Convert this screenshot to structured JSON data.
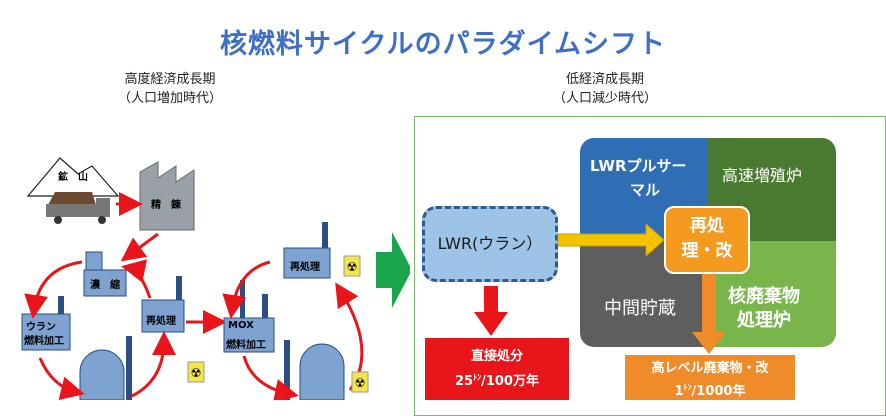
{
  "title": "核燃料サイクルのパラダイムシフト",
  "left_era": {
    "line1": "高度経済成長期",
    "line2": "（人口増加時代）"
  },
  "right_era": {
    "line1": "低経済成長期",
    "line2": "（人口減少時代）"
  },
  "left_diagram": {
    "mine_label": "鉱　山",
    "refining": "精　錬",
    "enrichment": "濃　縮",
    "uranium_fab_1": "ウラン",
    "uranium_fab_2": "燃料加工",
    "reprocessing_a": "再処理",
    "mox_fab_1": "MOX",
    "mox_fab_2": "燃料加工",
    "reprocessing_b": "再処理"
  },
  "right_diagram": {
    "lwr_uranium": "LWR(ウラン）",
    "direct_disposal_1": "直接処分",
    "direct_disposal_2_pre": "25",
    "direct_disposal_2_sup": "ﾄﾝ",
    "direct_disposal_2_post": "/100万年",
    "q_top_left_1": "LWRプルサー",
    "q_top_left_2": "マル",
    "q_top_right": "高速増殖炉",
    "q_bottom_left": "中間貯蔵",
    "q_bottom_right_1": "核廃棄物",
    "q_bottom_right_2": "処理炉",
    "reprocessing_1": "再処",
    "reprocessing_2": "理・改",
    "hlw_1": "高レベル廃棄物・改",
    "hlw_2_pre": "1",
    "hlw_2_sup": "ﾄﾝ",
    "hlw_2_post": "/1000年"
  },
  "colors": {
    "title": "#3f6fc4",
    "fast_breeder": "#4a7a32",
    "pluthermal": "#2f6eb5",
    "interim_storage": "#5e5e5e",
    "waste_reactor": "#78b64b",
    "reprocessing": "#f39a1f",
    "direct_disposal": "#e8151b",
    "hlw": "#f08b2a",
    "cycle_arrows": "#e8151b",
    "shift_arrow": "#1aa54a"
  }
}
